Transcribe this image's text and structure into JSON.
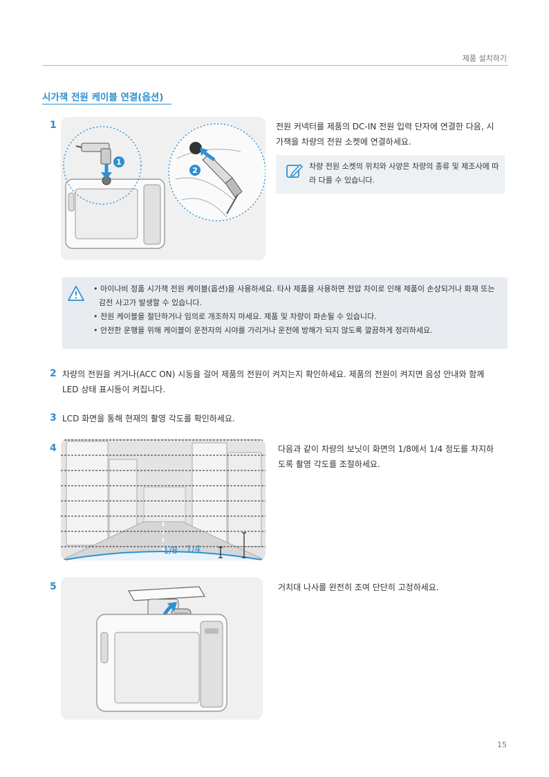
{
  "header": {
    "title": "제품 설치하기"
  },
  "section": {
    "title": "시가잭 전원 케이블 연결(옵션)"
  },
  "steps": [
    {
      "num": "1",
      "text": "전원 커넥터를 제품의 DC-IN 전원 입력 단자에 연결한 다음, 시가잭을 차량의 전원 소켓에 연결하세요."
    },
    {
      "num": "2",
      "text": "차량의 전원을 켜거나(ACC ON) 시동을 걸어 제품의 전원이 켜지는지 확인하세요. 제품의 전원이 켜지면 음성 안내와 함께 LED 상태 표시등이 켜집니다."
    },
    {
      "num": "3",
      "text": "LCD 화면을 통해 현재의 촬영 각도를 확인하세요."
    },
    {
      "num": "4",
      "text": "다음과 같이 차량의 보닛이 화면의 1/8에서 1/4 정도를 차지하도록 촬영 각도를 조절하세요."
    },
    {
      "num": "5",
      "text": "거치대 나사를 완전히 조여 단단히 고정하세요."
    }
  ],
  "note": {
    "icon": "pencil-note-icon",
    "text": "차량 전원 소켓의 위치와 사양은 차량의 종류 및 제조사에 따라 다를 수 있습니다."
  },
  "warning": {
    "icon": "warning-triangle-icon",
    "items": [
      "아이나비 정품 시가잭 전원 케이블(옵션)을 사용하세요. 타사 제품을 사용하면 전압 차이로 인해 제품이 손상되거나 화재 또는 감전 사고가 발생할 수 있습니다.",
      "전원 케이블을 절단하거나 임의로 개조하지 마세요. 제품 및 차량이 파손될 수 있습니다.",
      "안전한 운행을 위해 케이블이 운전자의 시야를 가리거나 운전에 방해가 되지 않도록 깔끔하게 정리하세요."
    ]
  },
  "figure1": {
    "callout_1": "1",
    "callout_2": "2"
  },
  "figure4": {
    "label_eighth": "1/8",
    "label_quarter": "1/4"
  },
  "page": {
    "number": "15"
  },
  "colors": {
    "accent": "#2e8fd0",
    "panel": "#f0f0f0",
    "note_bg": "#eef1f4",
    "warn_bg": "#e8ecf1"
  }
}
